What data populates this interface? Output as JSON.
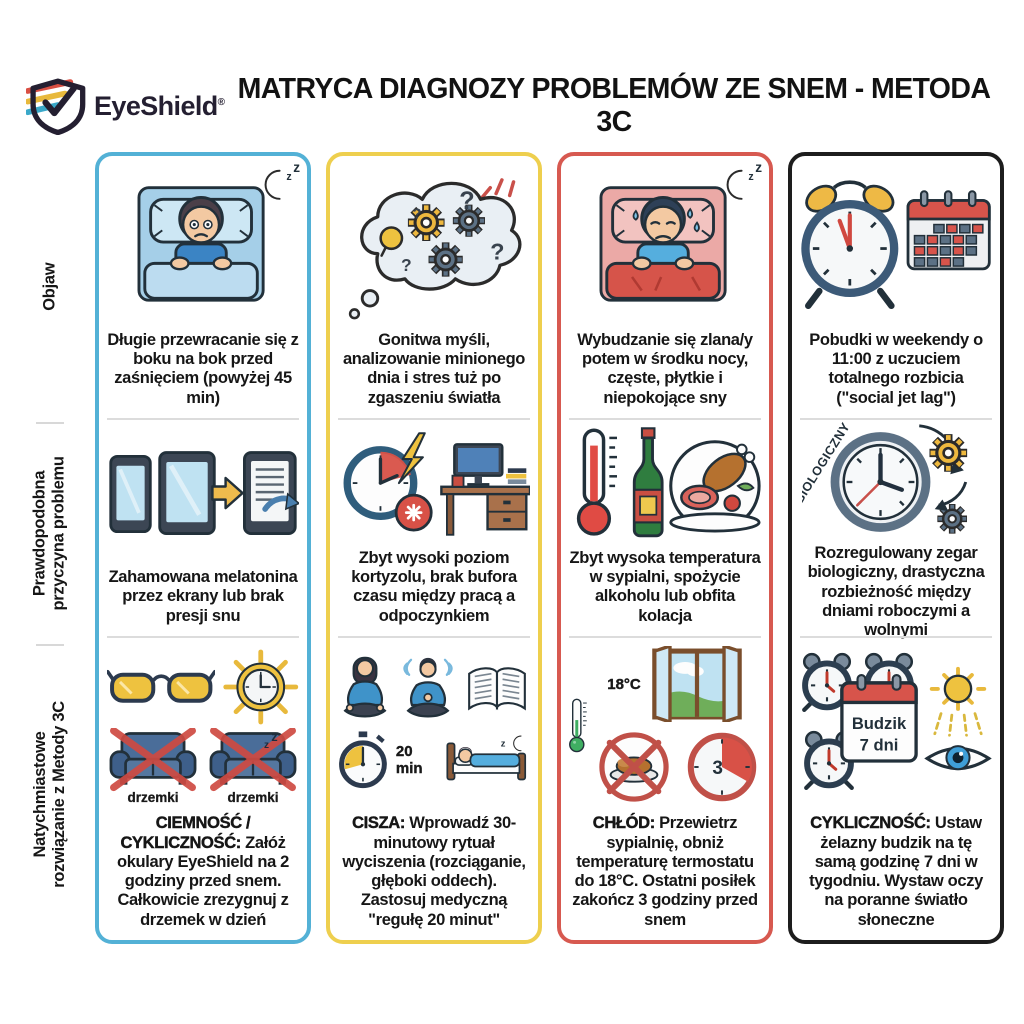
{
  "header": {
    "brand": "EyeShield",
    "brand_mark": "®",
    "title": "MATRYCA DIAGNOZY PROBLEMÓW ZE SNEM - METODA 3C",
    "brand_colors": {
      "shield": "#241f31",
      "stripe_red": "#d94f43",
      "stripe_yellow": "#e8b93c",
      "stripe_blue": "#3aa8c9"
    }
  },
  "row_labels": [
    {
      "lines": [
        "Objaw"
      ]
    },
    {
      "lines": [
        "Prawdopodobna",
        "przyczyna problemu"
      ]
    },
    {
      "lines": [
        "Natychmiastowe",
        "rozwiązanie z Metody 3C"
      ]
    }
  ],
  "decor": {
    "z": "z"
  },
  "columns": [
    {
      "border_color": "#53b1d6",
      "symptom": {
        "text": "Długie przewracanie się z boku na bok przed zaśnięciem (powyżej 45 min)",
        "icons": [
          "sleepless-person-in-bed",
          "crescent-moon-zzz"
        ]
      },
      "cause": {
        "text": "Zahamowana melatonina przez ekrany lub brak presji snu",
        "icons": [
          "smartphone",
          "tablet",
          "e-reader",
          "yellow-arrow",
          "share-arrow"
        ]
      },
      "solution": {
        "keyword": "CIEMNOŚĆ / CYKLICZNOŚĆ:",
        "text": "Załóż okulary EyeShield na 2 godziny przed snem. Całkowicie zrezygnuj z drzemek w dzień",
        "nap_label": "drzemki",
        "icons": [
          "amber-glasses",
          "sun-clock",
          "crossed-couch",
          "crossed-couch-zzz"
        ]
      }
    },
    {
      "border_color": "#eecf4e",
      "symptom": {
        "text": "Gonitwa myśli, analizowanie minionego dnia i stres tuż po zgaszeniu światła",
        "icons": [
          "thought-cloud-gears-questions",
          "stress-sparks"
        ]
      },
      "cause": {
        "text": "Zbyt wysoki poziom kortyzolu, brak bufora czasu między pracą a odpoczynkiem",
        "icons": [
          "clock-lightning-anger",
          "work-desk-computer"
        ]
      },
      "solution": {
        "keyword": "CISZA:",
        "text": "Wprowadź 30-minutowy rytuał wyciszenia (rozciąganie, głęboki oddech). Zastosuj medyczną \"regułę 20 minut\"",
        "timer_label": "20 min",
        "icons": [
          "meditating-woman",
          "breathing-man",
          "open-book",
          "stopwatch",
          "sleeping-person-bed"
        ]
      }
    },
    {
      "border_color": "#d75950",
      "symptom": {
        "text": "Wybudzanie się zlana/y potem w środku nocy, częste, płytkie i niepokojące sny",
        "icons": [
          "sweating-person-in-bed",
          "crescent-moon-zzz"
        ]
      },
      "cause": {
        "text": "Zbyt wysoka temperatura w sypialni, spożycie alkoholu lub obfita kolacja",
        "icons": [
          "red-thermometer",
          "alcohol-bottle",
          "heavy-dinner-plate"
        ]
      },
      "solution": {
        "keyword": "CHŁÓD:",
        "text": "Przewietrz sypialnię, obniż temperaturę termostatu do 18°C. Ostatni posiłek zakończ 3 godziny przed snem",
        "temp_label": "18°C",
        "clock_number": "3",
        "icons": [
          "green-thermometer",
          "open-window",
          "no-late-meal",
          "three-hour-clock"
        ]
      }
    },
    {
      "border_color": "#1d1d1d",
      "symptom": {
        "text": "Pobudki w weekendy o 11:00 z uczuciem totalnego rozbicia (\"social jet lag\")",
        "icons": [
          "alarm-clock",
          "calendar-grid"
        ]
      },
      "cause": {
        "text": "Rozregulowany zegar biologiczny, drastyczna rozbieżność między dniami roboczymi a wolnymi",
        "clock_text": "BIOLOGICZNY",
        "icons": [
          "biological-clock",
          "yellow-gear",
          "gray-gear",
          "cycle-arrows"
        ]
      },
      "solution": {
        "keyword": "CYKLICZNOŚĆ:",
        "text": "Ustaw żelazny budzik na tę samą godzinę 7 dni w tygodniu. Wystaw oczy na poranne światło słoneczne",
        "calendar_line1": "Budzik",
        "calendar_line2": "7 dni",
        "icons": [
          "alarm-clocks",
          "budzik-calendar",
          "morning-sun",
          "eye"
        ]
      }
    }
  ]
}
